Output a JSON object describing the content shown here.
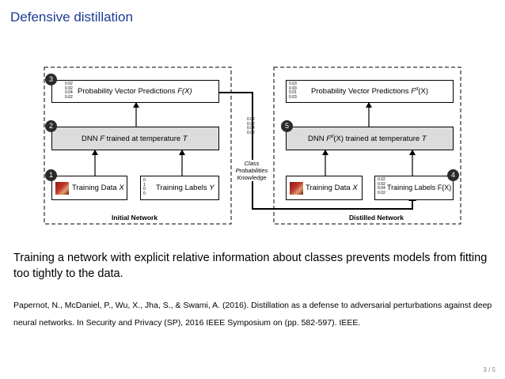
{
  "slide": {
    "title": "Defensive distillation",
    "body": "Training a network with explicit relative information about classes prevents models from fitting too tightly to the data.",
    "citation": "Papernot, N., McDaniel, P., Wu, X., Jha, S., & Swami, A. (2016). Distillation as a defense to adversarial perturbations against deep neural networks. In Security and Privacy (SP), 2016 IEEE Symposium on (pp. 582-597). IEEE.",
    "page": "3 / 5"
  },
  "figure": {
    "initial": {
      "label": "Initial Network",
      "pred_title_prefix": "Probability Vector Predictions ",
      "pred_title_fn": "F(X)",
      "pred_probs": "0.02\n0.92\n0.04\n0.02",
      "dnn_prefix": "DNN ",
      "dnn_fn": "F",
      "dnn_suffix": " trained at temperature ",
      "dnn_temp": "T",
      "data_prefix": "Training Data ",
      "data_var": "X",
      "labels_prefix": "Training Labels ",
      "labels_var": "Y",
      "labels_vector": "0\n1\n0\n0"
    },
    "distilled": {
      "label": "Distilled Network",
      "pred_title_prefix": "Probability Vector Predictions ",
      "pred_title_fn": "F",
      "pred_title_sup": "d",
      "pred_title_arg": "(X)",
      "pred_probs": "0.03\n0.93\n0.01\n0.03",
      "dnn_prefix": "DNN ",
      "dnn_fn": "F",
      "dnn_sup": "d",
      "dnn_arg": "(X)",
      "dnn_suffix": " trained at temperature ",
      "dnn_temp": "T",
      "data_prefix": "Training Data ",
      "data_var": "X",
      "labels_text": "Training Labels F(X)",
      "labels_vector": "0.02\n0.92\n0.04\n0.02"
    },
    "middle": {
      "probs": "0.02\n0.92\n0.04\n0.02",
      "knowledge": "Class\nProbabilities\nKnowledge"
    },
    "badges": [
      "1",
      "2",
      "3",
      "4",
      "5"
    ]
  }
}
